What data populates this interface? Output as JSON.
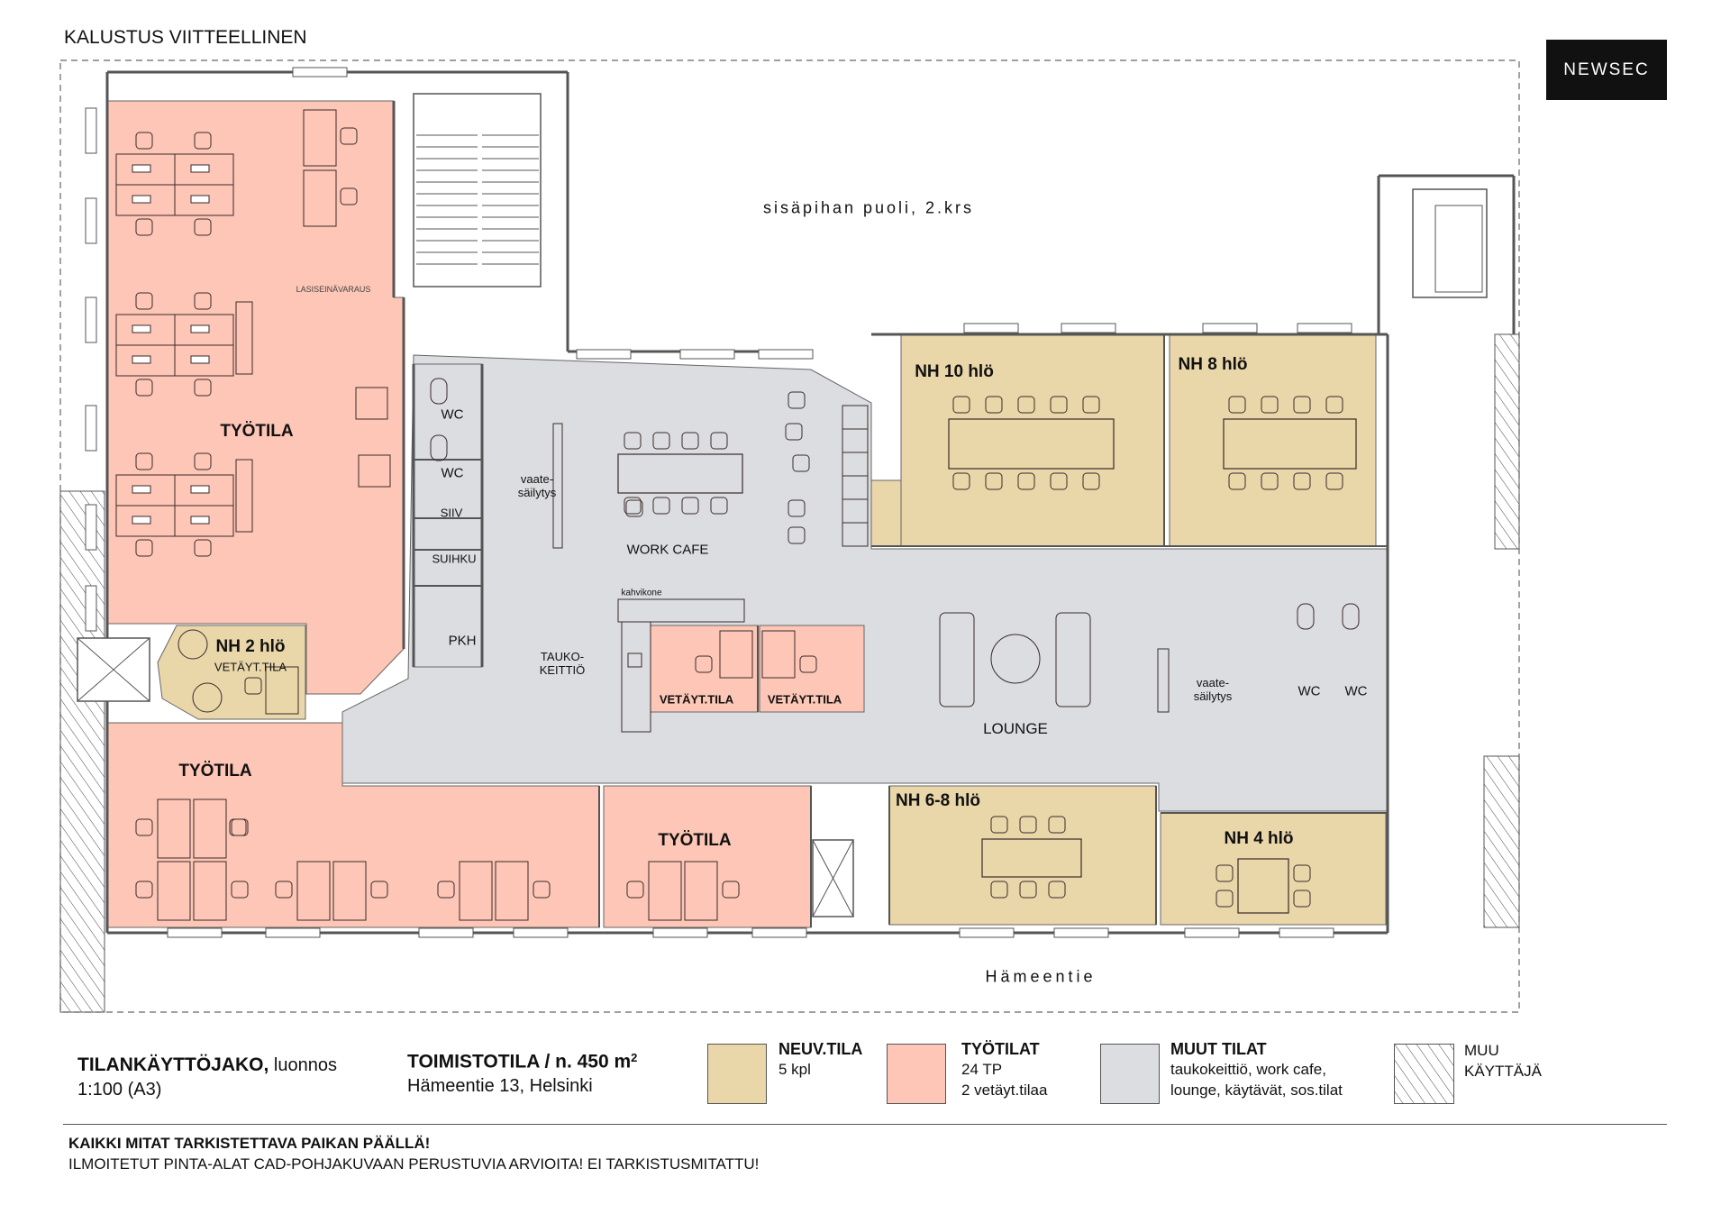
{
  "header": {
    "title": "KALUSTUS VIITTEELLINEN",
    "logo_text": "NEWSEC"
  },
  "colors": {
    "meeting": "#e9d6a9",
    "work": "#fdc6b6",
    "other": "#dcdde0",
    "wall": "#555555"
  },
  "plan": {
    "courtyard_label": "sisäpihan puoli, 2.krs",
    "street_label": "Hämeentie",
    "glass_wall_note": "LASISEINÄVARAUS",
    "rooms": {
      "work_1": "TYÖTILA",
      "work_2": "TYÖTILA",
      "work_3": "TYÖTILA",
      "nh2": "NH 2 hlö",
      "nh2_sub": "VETÄYT.TILA",
      "wc_1": "WC",
      "wc_2": "WC",
      "siiv": "SIIV",
      "suihku": "SUIHKU",
      "pkh": "PKH",
      "storage_1": "vaate-\nsäilytys",
      "work_cafe": "WORK CAFE",
      "kitchen": "TAUKO-\nKEITTIÖ",
      "coffee": "kahvikone",
      "quiet_1": "VETÄYT.TILA",
      "quiet_2": "VETÄYT.TILA",
      "nh10": "NH 10 hlö",
      "nh8": "NH 8 hlö",
      "lounge": "LOUNGE",
      "storage_2": "vaate-\nsäilytys",
      "wc_3": "WC",
      "wc_4": "WC",
      "nh68": "NH 6-8 hlö",
      "nh4": "NH 4 hlö"
    }
  },
  "legend": {
    "title_bold": "TILANKÄYTTÖJAKO,",
    "title_rest": " luonnos",
    "scale": "1:100 (A3)",
    "space_title": "TOIMISTOTILA / n. 450 m",
    "space_sup": "2",
    "address": "Hämeentie 13, Helsinki",
    "items": [
      {
        "title": "NEUV.TILA",
        "lines": [
          "5 kpl"
        ]
      },
      {
        "title": "TYÖTILAT",
        "lines": [
          "24 TP",
          "2 vetäyt.tilaa"
        ]
      },
      {
        "title": "MUUT TILAT",
        "lines": [
          "taukokeittiö, work cafe,",
          "lounge, käytävät, sos.tilat"
        ]
      },
      {
        "title": "",
        "lines": [
          "MUU",
          "KÄYTTÄJÄ"
        ]
      }
    ]
  },
  "footer": {
    "warning": "KAIKKI MITAT TARKISTETTAVA PAIKAN PÄÄLLÄ!",
    "note": "ILMOITETUT PINTA-ALAT CAD-POHJAKUVAAN PERUSTUVIA ARVIOITA! EI TARKISTUSMITATTU!"
  }
}
